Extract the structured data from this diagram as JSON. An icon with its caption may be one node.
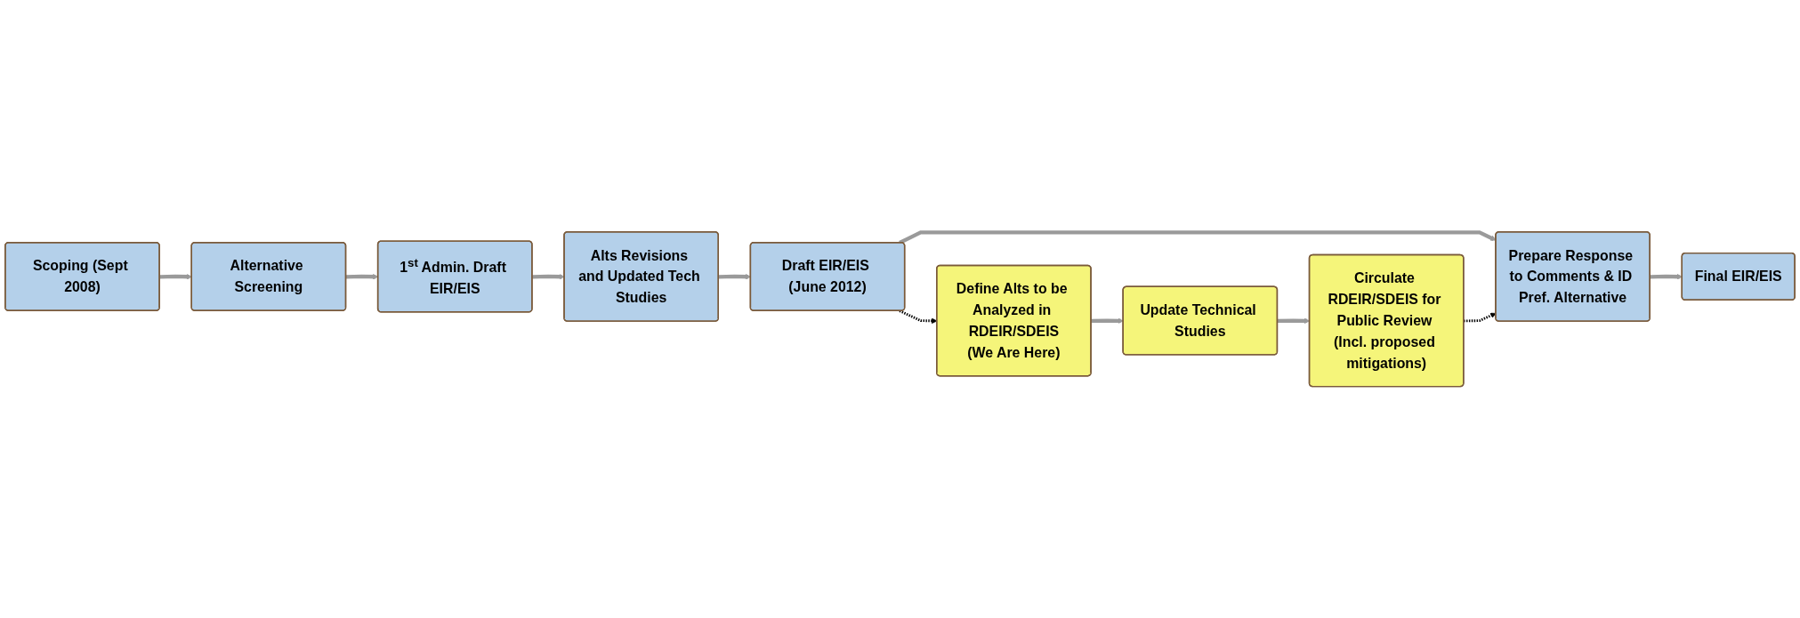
{
  "diagram": {
    "nodes": [
      {
        "text": [
          "Define Alts to be Analyzed in RDEIR/SDEIS",
          "(We Are Here)"
        ]
      },
      {
        "text": [
          "Update Technical Studies"
        ]
      },
      {
        "text": [
          "Circulate RDEIR/SDEIS for Public Review (Incl. proposed mitigations)"
        ]
      },
      {
        "text": [
          "Scoping (Sept 2008)"
        ]
      },
      {
        "text": [
          "Alternative Screening"
        ]
      },
      {
        "text": [
          "1$^{st}$ Admin. Draft EIR/EIS"
        ]
      },
      {
        "text": [
          "Alts Revisions and Updated Tech Studies"
        ]
      },
      {
        "text": [
          "Draft EIR/EIS (June 2012)"
        ]
      },
      {
        "text": [
          "Prepare Response to Comments & ID Pref. Alternative"
        ]
      },
      {
        "text": [
          "Final EIR/EIS"
        ]
      }
    ],
    "edges": [
      {
        "from": 0,
        "to": 1,
        "arrow": "to"
      },
      {
        "from": 1,
        "to": 2,
        "arrow": "to"
      },
      {
        "from": 3,
        "to": 4,
        "arrow": "to"
      },
      {
        "from": 4,
        "to": 5,
        "arrow": "to"
      },
      {
        "from": 5,
        "to": 6,
        "arrow": "to"
      },
      {
        "from": 6,
        "to": 7,
        "arrow": "to"
      },
      {
        "from": 7,
        "to": 8,
        "arrow": "to"
      },
      {
        "from": 8,
        "to": 9,
        "arrow": "to"
      },
      {
        "from": 2,
        "to": 8,
        "arrow": "to",
        "style": "dashed",
        "color": "#000000"
      },
      {
        "from": 7,
        "to": 0,
        "arrow": "to",
        "style": "dashed",
        "color": "#000000"
      }
    ]
  }
}
